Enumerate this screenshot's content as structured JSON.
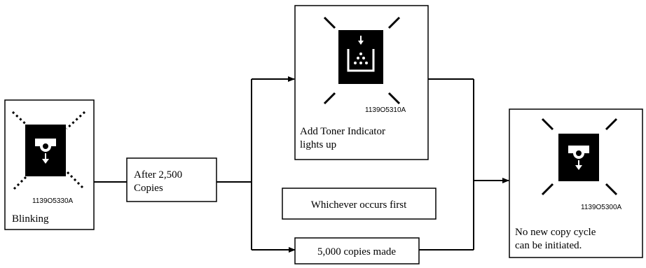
{
  "boxes": {
    "blinking": {
      "code": "1139O5330A",
      "caption": "Blinking",
      "icon": "toner-down-arrow-icon"
    },
    "after_copies": {
      "line1": "After 2,500",
      "line2": "Copies"
    },
    "add_toner": {
      "code": "1139O5310A",
      "caption_line1": "Add Toner Indicator",
      "caption_line2": "lights up",
      "icon": "add-toner-icon"
    },
    "whichever": {
      "label": "Whichever occurs first"
    },
    "copies_made": {
      "label": "5,000 copies made"
    },
    "no_new_copy": {
      "code": "1139O5300A",
      "caption_line1": "No new copy cycle",
      "caption_line2": "can be initiated.",
      "icon": "toner-down-arrow-icon"
    }
  },
  "colors": {
    "ink": "#000000",
    "paper": "#ffffff"
  }
}
